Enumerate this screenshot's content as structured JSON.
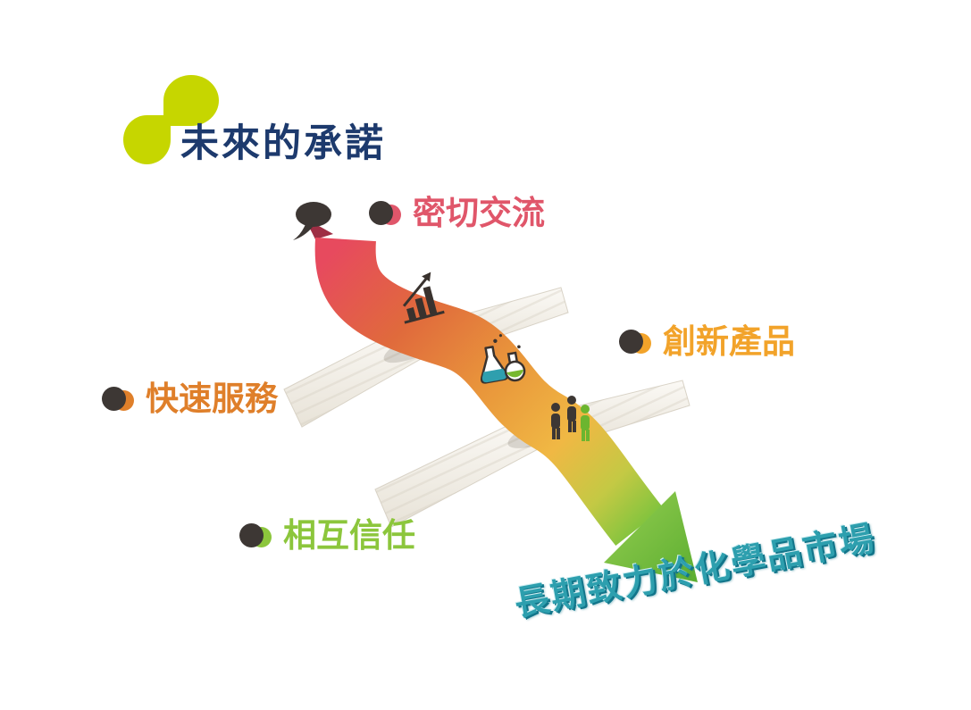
{
  "slide": {
    "title": "未來的承諾",
    "tagline": "長期致力於化學品市場"
  },
  "labels": [
    {
      "text": "密切交流",
      "color": "#e0566a"
    },
    {
      "text": "創新產品",
      "color": "#f2a32a"
    },
    {
      "text": "快速服務",
      "color": "#df7f2a"
    },
    {
      "text": "相互信任",
      "color": "#8cc63c"
    }
  ],
  "diagram": {
    "type": "flow-ribbon-arrow",
    "direction": "top-left to bottom-right",
    "ribbon_gradient": [
      "#e74a5e",
      "#e06a3c",
      "#e9973b",
      "#f0b844",
      "#84c43e"
    ],
    "crossing_bands": 2,
    "icons": [
      "speech-bubble-icon",
      "bar-chart-icon",
      "flask-icon",
      "team-icon"
    ]
  },
  "branding": {
    "logo_icon": "leaf-logo-icon",
    "logo_color": "#c6d600",
    "title_color": "#1d3a6d",
    "tagline_color": "#2d9fae"
  }
}
